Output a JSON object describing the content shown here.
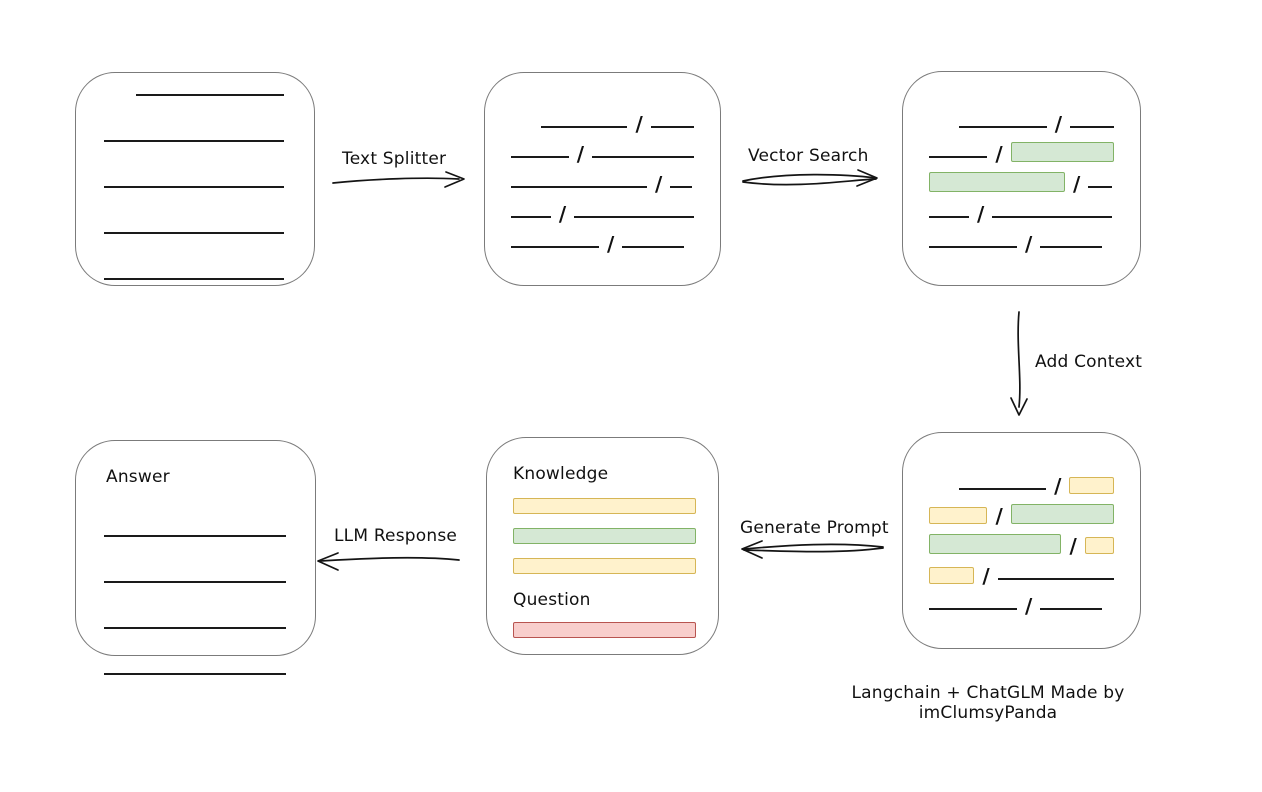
{
  "footer": "Langchain + ChatGLM Made by imClumsyPanda",
  "labels": {
    "text_splitter": "Text Splitter",
    "vector_search": "Vector Search",
    "add_context": "Add Context",
    "generate_prompt": "Generate Prompt",
    "llm_response": "LLM Response"
  },
  "boxes": {
    "document": {
      "rows": [
        {
          "indent": 32,
          "segs": [
            {
              "t": "line",
              "w": 148
            }
          ]
        },
        {
          "segs": [
            {
              "t": "line",
              "w": 180
            }
          ]
        },
        {
          "segs": [
            {
              "t": "line",
              "w": 180
            }
          ]
        },
        {
          "segs": [
            {
              "t": "line",
              "w": 180
            }
          ]
        },
        {
          "segs": [
            {
              "t": "line",
              "w": 180
            }
          ]
        }
      ]
    },
    "chunks": {
      "rows": [
        {
          "indent": 30,
          "segs": [
            {
              "t": "line",
              "w": 88
            },
            {
              "t": "slash"
            },
            {
              "t": "line",
              "w": 44
            }
          ]
        },
        {
          "segs": [
            {
              "t": "line",
              "w": 60
            },
            {
              "t": "slash"
            },
            {
              "t": "line",
              "w": 106
            }
          ]
        },
        {
          "segs": [
            {
              "t": "line",
              "w": 136
            },
            {
              "t": "slash"
            },
            {
              "t": "line",
              "w": 22
            }
          ]
        },
        {
          "segs": [
            {
              "t": "line",
              "w": 40
            },
            {
              "t": "slash"
            },
            {
              "t": "line",
              "w": 120
            }
          ]
        },
        {
          "segs": [
            {
              "t": "line",
              "w": 88
            },
            {
              "t": "slash"
            },
            {
              "t": "line",
              "w": 62
            }
          ]
        }
      ]
    },
    "retrieved": {
      "rows": [
        {
          "indent": 30,
          "segs": [
            {
              "t": "line",
              "w": 88
            },
            {
              "t": "slash"
            },
            {
              "t": "line",
              "w": 44
            }
          ]
        },
        {
          "segs": [
            {
              "t": "line",
              "w": 60
            },
            {
              "t": "slash"
            },
            {
              "t": "green",
              "w": 106
            }
          ]
        },
        {
          "segs": [
            {
              "t": "green",
              "w": 136
            },
            {
              "t": "slash"
            },
            {
              "t": "line",
              "w": 24
            }
          ]
        },
        {
          "segs": [
            {
              "t": "line",
              "w": 40
            },
            {
              "t": "slash"
            },
            {
              "t": "line",
              "w": 120
            }
          ]
        },
        {
          "segs": [
            {
              "t": "line",
              "w": 88
            },
            {
              "t": "slash"
            },
            {
              "t": "line",
              "w": 62
            }
          ]
        }
      ]
    },
    "context": {
      "rows": [
        {
          "indent": 30,
          "segs": [
            {
              "t": "line",
              "w": 90
            },
            {
              "t": "slash"
            },
            {
              "t": "yellow",
              "w": 46
            }
          ]
        },
        {
          "segs": [
            {
              "t": "yellow",
              "w": 60
            },
            {
              "t": "slash"
            },
            {
              "t": "green",
              "w": 106
            }
          ]
        },
        {
          "segs": [
            {
              "t": "green",
              "w": 136
            },
            {
              "t": "slash"
            },
            {
              "t": "yellow",
              "w": 30
            }
          ]
        },
        {
          "segs": [
            {
              "t": "yellow",
              "w": 46
            },
            {
              "t": "slash"
            },
            {
              "t": "line",
              "w": 118
            }
          ]
        },
        {
          "segs": [
            {
              "t": "line",
              "w": 88
            },
            {
              "t": "slash"
            },
            {
              "t": "line",
              "w": 62
            }
          ]
        }
      ]
    },
    "prompt": {
      "knowledge_label": "Knowledge",
      "question_label": "Question",
      "knowledge_bars": [
        {
          "t": "yellow",
          "w": 183
        },
        {
          "t": "green",
          "w": 183
        },
        {
          "t": "yellow",
          "w": 183
        }
      ],
      "question_bars": [
        {
          "t": "red",
          "w": 183
        }
      ]
    },
    "answer": {
      "label": "Answer",
      "rows": [
        {
          "segs": [
            {
              "t": "line",
              "w": 182
            }
          ]
        },
        {
          "segs": [
            {
              "t": "line",
              "w": 182
            }
          ]
        },
        {
          "segs": [
            {
              "t": "line",
              "w": 182
            }
          ]
        },
        {
          "segs": [
            {
              "t": "line",
              "w": 182
            }
          ]
        }
      ]
    }
  },
  "colors": {
    "chip_green_fill": "#d5e8d4",
    "chip_green_border": "#82b366",
    "chip_yellow_fill": "#fff2cc",
    "chip_yellow_border": "#d6b656",
    "chip_red_fill": "#f8cecc",
    "chip_red_border": "#b85450",
    "box_border": "#7b7b7b",
    "line_color": "#1a1a1a"
  }
}
